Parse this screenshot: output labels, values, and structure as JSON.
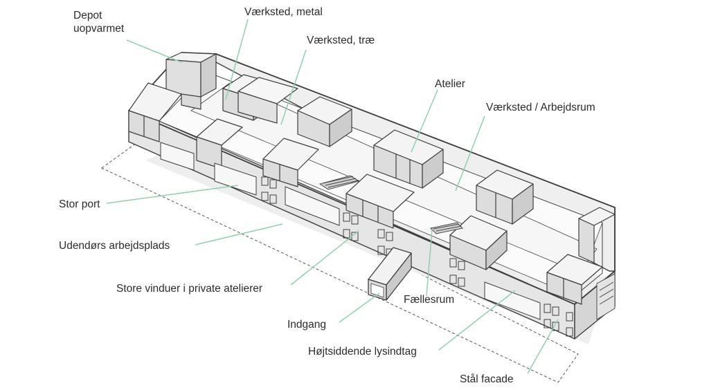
{
  "colors": {
    "leader": "#8fd0ae",
    "outline": "#3d3d3d",
    "wall_light": "#f2f2f2",
    "wall_mid": "#e4e4e4",
    "wall_dark": "#d3d3d3",
    "floor": "#fbfbfb",
    "text": "#2b2b2b"
  },
  "labels": {
    "depot_line1": "Depot",
    "depot_line2": "uopvarmet",
    "vaerksted_metal": "Værksted, metal",
    "vaerksted_trae": "Værksted, træ",
    "atelier": "Atelier",
    "vaerksted_arbejdsrum": "Værksted / Arbejdsrum",
    "stor_port": "Stor port",
    "udendors_arbejdsplads": "Udendørs arbejdsplads",
    "store_vinduer": "Store vinduer i private atelierer",
    "faellesrum": "Fællesrum",
    "indgang": "Indgang",
    "hojtsiddende_lysindtag": "Højtsiddende lysindtag",
    "staal_facade": "Stål facade"
  }
}
